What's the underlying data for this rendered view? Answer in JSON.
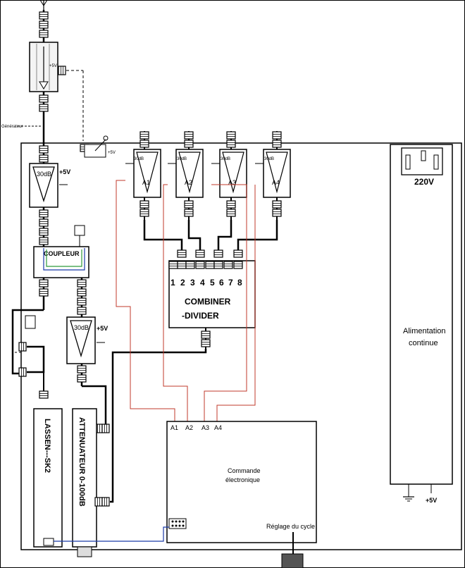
{
  "labels": {
    "generateur": "Générateur",
    "plus5v": "+5V",
    "db30": "30dB",
    "coupleur": "COUPLEUR",
    "combiner_line1": "COMBINER",
    "combiner_line2": "-DIVIDER",
    "ports": [
      "1",
      "2",
      "3",
      "4",
      "5",
      "6",
      "7",
      "8"
    ],
    "amps": [
      "A1",
      "A2",
      "A3",
      "A4"
    ],
    "lassen": "LASSEN---SK2",
    "attenuateur": "ATTENUATEUR 0-100dB",
    "commande_line1": "Commande",
    "commande_line2": "électronique",
    "reglage": "Réglage du cycle",
    "alim_line1": "Alimentation",
    "alim_line2": "continue",
    "v220": "220V"
  },
  "colors": {
    "line": "#000000",
    "control": "#c0392b",
    "blue": "#1a3aa8",
    "green": "#2e9a3a"
  }
}
